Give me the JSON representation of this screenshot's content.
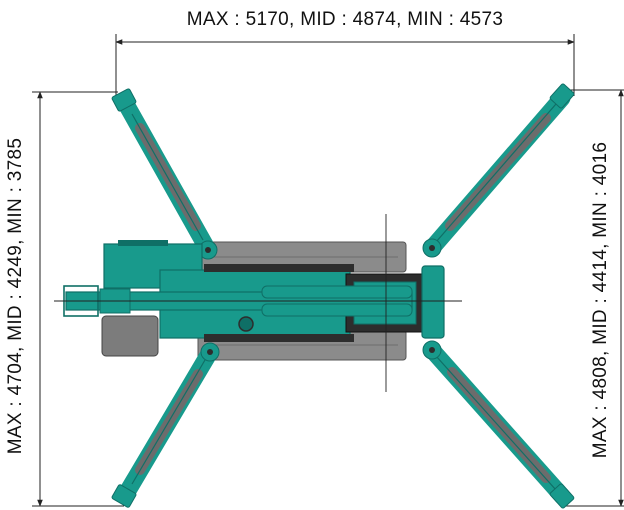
{
  "dimensions": {
    "top": "MAX : 5170,  MID : 4874,  MIN : 4573",
    "left": "MAX : 4704,  MID : 4249,  MIN : 3785",
    "right": "MAX : 4808,  MID : 4414,  MIN : 4016"
  },
  "colors": {
    "teal": "#189a8c",
    "teal_dark": "#0f6f66",
    "arm_gray": "#6c6c6c",
    "track_gray": "#8b8b8b",
    "dark": "#2d2d2d",
    "line": "#222222"
  }
}
